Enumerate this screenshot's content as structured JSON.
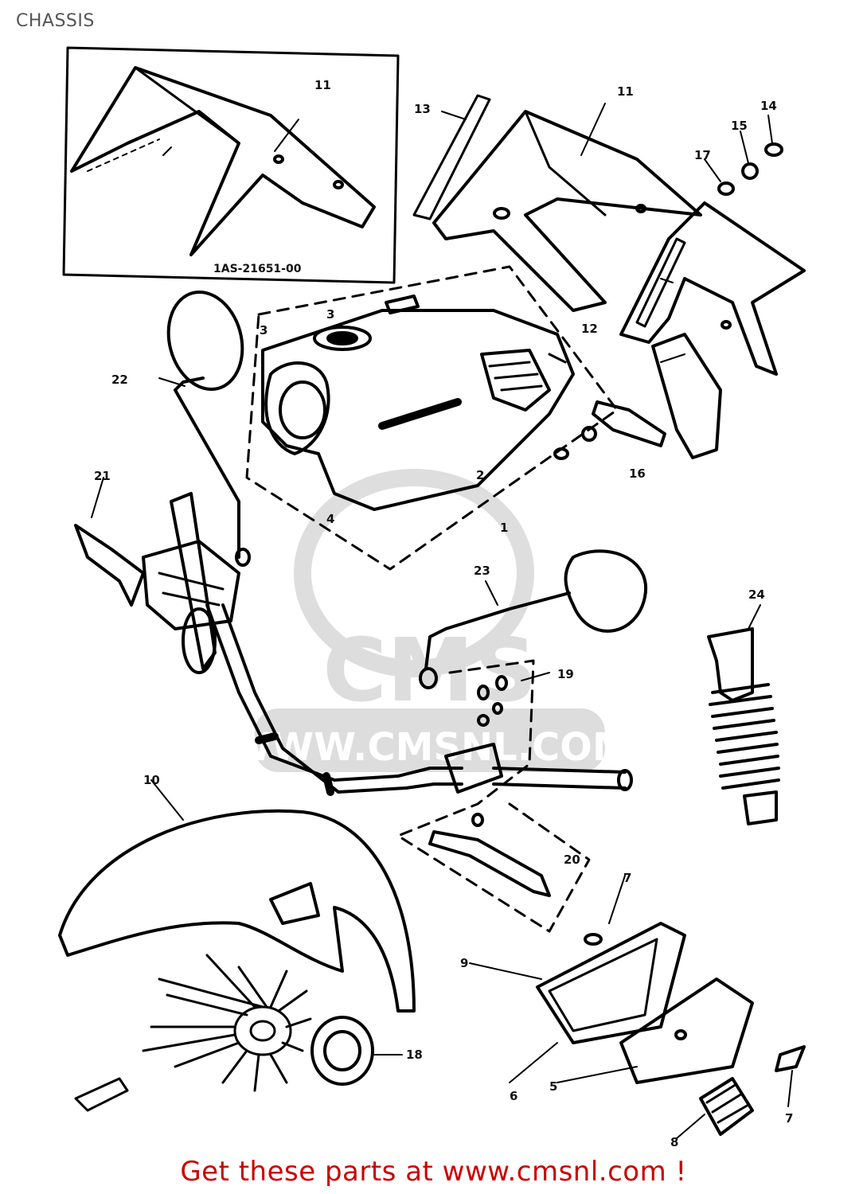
{
  "header": {
    "title": "CHASSIS"
  },
  "diagram": {
    "inset_part_number": "1AS-21651-00",
    "callouts": [
      {
        "id": "c11a",
        "label": "11"
      },
      {
        "id": "c11b",
        "label": "11"
      },
      {
        "id": "c13",
        "label": "13"
      },
      {
        "id": "c14",
        "label": "14"
      },
      {
        "id": "c15",
        "label": "15"
      },
      {
        "id": "c17",
        "label": "17"
      },
      {
        "id": "c12",
        "label": "12"
      },
      {
        "id": "c16",
        "label": "16"
      },
      {
        "id": "c3",
        "label": "3"
      },
      {
        "id": "c3b",
        "label": "3"
      },
      {
        "id": "c22",
        "label": "22"
      },
      {
        "id": "c21",
        "label": "21"
      },
      {
        "id": "c2",
        "label": "2"
      },
      {
        "id": "c4",
        "label": "4"
      },
      {
        "id": "c1",
        "label": "1"
      },
      {
        "id": "c23",
        "label": "23"
      },
      {
        "id": "c24",
        "label": "24"
      },
      {
        "id": "c19",
        "label": "19"
      },
      {
        "id": "c10",
        "label": "10"
      },
      {
        "id": "c20",
        "label": "20"
      },
      {
        "id": "c7",
        "label": "7"
      },
      {
        "id": "c9",
        "label": "9"
      },
      {
        "id": "c18",
        "label": "18"
      },
      {
        "id": "c6",
        "label": "6"
      },
      {
        "id": "c5",
        "label": "5"
      },
      {
        "id": "c8",
        "label": "8"
      },
      {
        "id": "c7b",
        "label": "7"
      }
    ],
    "watermark": {
      "url": "WWW.CMSNL.COM",
      "logo": "CMS"
    }
  },
  "footer": {
    "link_text": "Get these parts at www.cmsnl.com !"
  }
}
